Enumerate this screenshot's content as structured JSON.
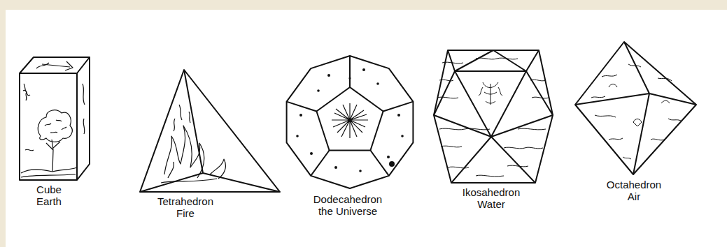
{
  "diagram": {
    "nodes": [
      {
        "text": [
          "Cube Earth"
        ]
      },
      {
        "text": [
          "Tetrahedron Fire"
        ]
      },
      {
        "text": [
          "Dodecahedron the Universe"
        ]
      },
      {
        "text": [
          "Ikosahedron Water"
        ]
      },
      {
        "text": [
          "Octahedron Air"
        ]
      }
    ]
  }
}
